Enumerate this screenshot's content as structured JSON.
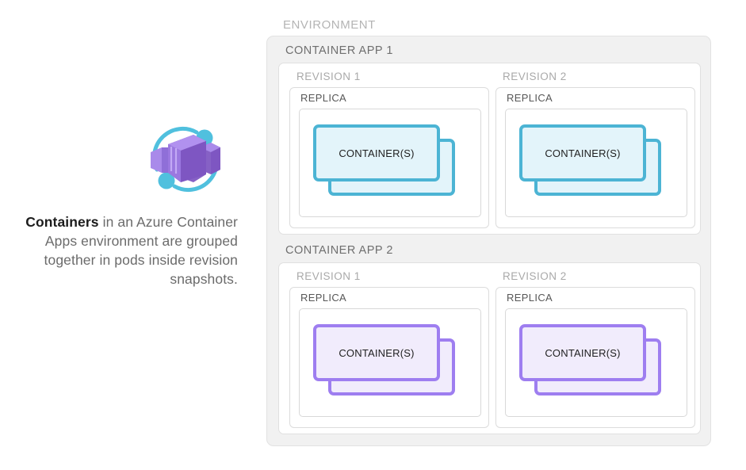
{
  "caption": {
    "lead": "Containers",
    "rest": " in an Azure Container Apps environment are grouped together in pods inside revision snapshots."
  },
  "logo": {
    "name": "azure-container-apps-logo",
    "box_color": "#8661c5",
    "box_light_color": "#a98aea",
    "box_dark_color": "#7e56c2",
    "ring_color": "#50c0de"
  },
  "environment": {
    "label": "ENVIRONMENT",
    "label_color": "#b4b4b4",
    "panel_bg": "#f1f1f1",
    "apps": [
      {
        "label": "CONTAINER APP 1",
        "accent": "#4cb4d4",
        "accent_fill": "#e3f4fa",
        "revisions": [
          {
            "label": "REVISION 1",
            "replica": {
              "label": "REPLICA",
              "container_label": "CONTAINER(S)"
            }
          },
          {
            "label": "REVISION 2",
            "replica": {
              "label": "REPLICA",
              "container_label": "CONTAINER(S)"
            }
          }
        ]
      },
      {
        "label": "CONTAINER APP 2",
        "accent": "#9e7ef0",
        "accent_fill": "#f1ecfc",
        "revisions": [
          {
            "label": "REVISION 1",
            "replica": {
              "label": "REPLICA",
              "container_label": "CONTAINER(S)"
            }
          },
          {
            "label": "REVISION 2",
            "replica": {
              "label": "REPLICA",
              "container_label": "CONTAINER(S)"
            }
          }
        ]
      }
    ]
  }
}
